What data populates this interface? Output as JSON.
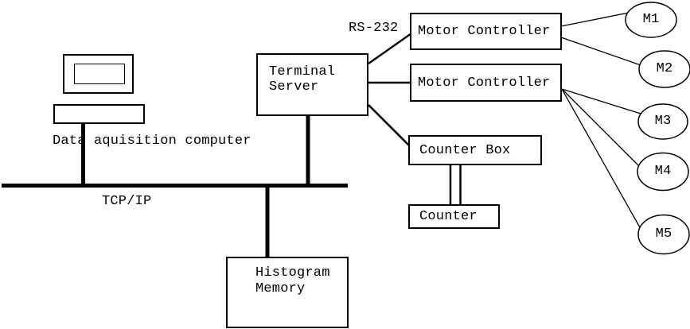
{
  "diagram": {
    "background_color": "#ffffff",
    "stroke_color": "#000000",
    "icons": {
      "computer_icon": "desktop-computer"
    },
    "labels": {
      "computer_caption": "Data aquisition computer",
      "network_bus": "TCP/IP",
      "serial_link": "RS-232"
    },
    "nodes": {
      "terminal_server": {
        "line1": "Terminal",
        "line2": "Server"
      },
      "motor_controller_1": {
        "label": "Motor Controller"
      },
      "motor_controller_2": {
        "label": "Motor Controller"
      },
      "counter_box": {
        "label": "Counter Box"
      },
      "counter": {
        "label": "Counter"
      },
      "histogram_memory": {
        "line1": "Histogram",
        "line2": "Memory"
      },
      "motors": [
        {
          "label": "M1"
        },
        {
          "label": "M2"
        },
        {
          "label": "M3"
        },
        {
          "label": "M4"
        },
        {
          "label": "M5"
        }
      ]
    },
    "connections": [
      {
        "from": "data-aquisition-computer",
        "to": "tcp-ip-bus"
      },
      {
        "from": "terminal-server",
        "to": "tcp-ip-bus"
      },
      {
        "from": "tcp-ip-bus",
        "to": "histogram-memory"
      },
      {
        "from": "terminal-server",
        "to": "motor-controller-1",
        "label": "RS-232"
      },
      {
        "from": "terminal-server",
        "to": "motor-controller-2"
      },
      {
        "from": "terminal-server",
        "to": "counter-box"
      },
      {
        "from": "counter-box",
        "to": "counter",
        "style": "double-line"
      },
      {
        "from": "motor-controller-1",
        "to": "M1"
      },
      {
        "from": "motor-controller-1",
        "to": "M2"
      },
      {
        "from": "motor-controller-2",
        "to": "M3"
      },
      {
        "from": "motor-controller-2",
        "to": "M4"
      },
      {
        "from": "motor-controller-2",
        "to": "M5"
      }
    ]
  }
}
